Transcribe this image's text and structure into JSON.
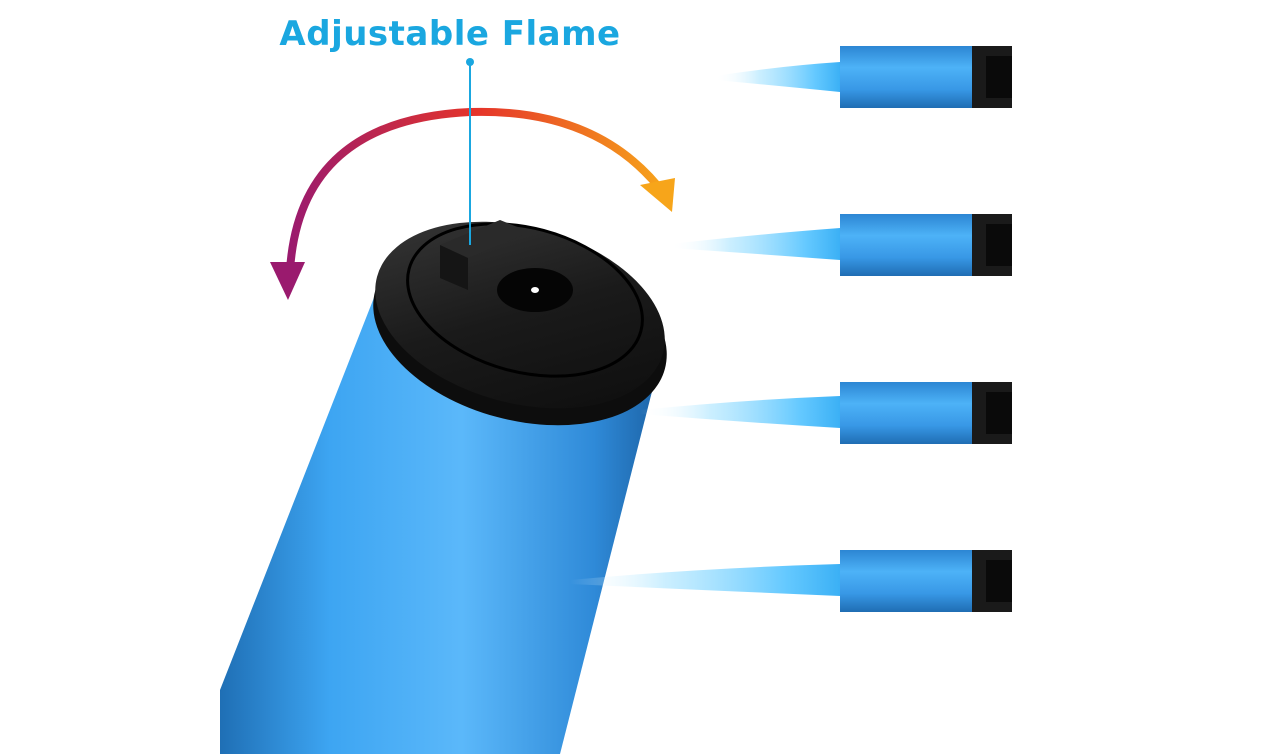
{
  "callout": {
    "text": "Adjustable Flame",
    "color": "#1aa7e0"
  },
  "colors": {
    "body_blue": "#3da5f2",
    "body_blue_dark": "#1f6fb5",
    "cap_black": "#1a1a1a",
    "arrow_start": "#9a1a6e",
    "arrow_mid": "#e5342a",
    "arrow_end": "#f7a51a",
    "flame_blue": "#7fd4ff",
    "background": "#ffffff"
  },
  "flame_levels": {
    "count": 4,
    "relative_lengths": [
      0.45,
      0.6,
      0.72,
      0.9
    ]
  },
  "icons": [
    "rotation-arrow-icon",
    "lighter-body",
    "torch-nozzle",
    "flame"
  ]
}
